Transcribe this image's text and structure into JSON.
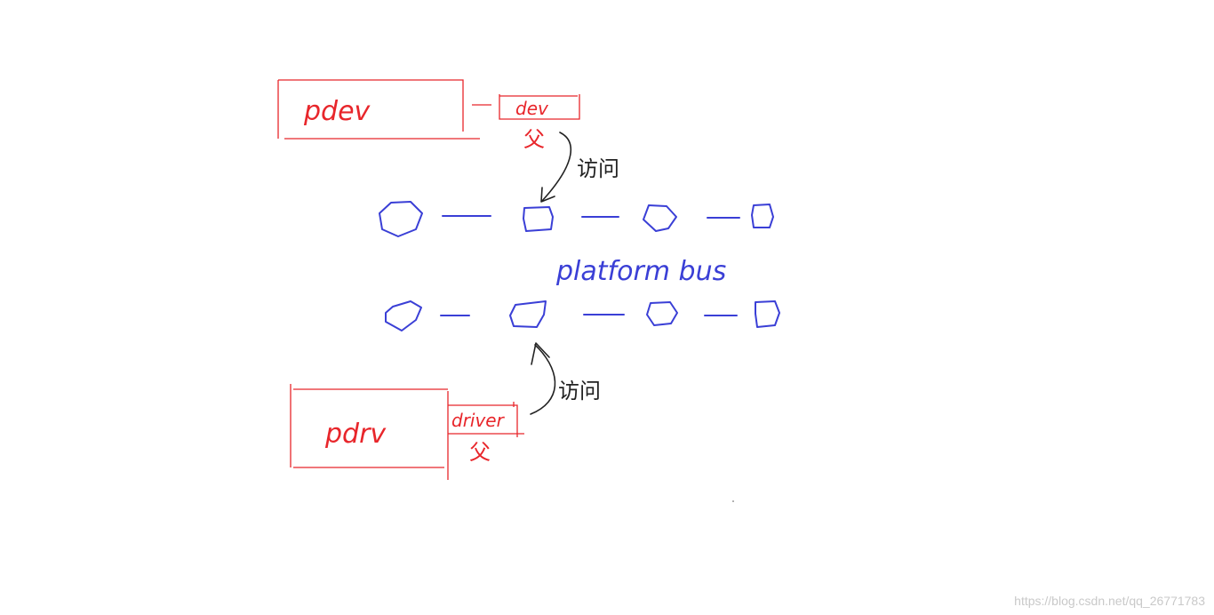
{
  "pdev": {
    "label": "pdev",
    "child_label": "dev",
    "child_glyph": "父"
  },
  "pdrv": {
    "label": "pdrv",
    "child_label": "driver",
    "child_glyph": "父"
  },
  "bus_label": "platform bus",
  "upper_arrow_label": "访问",
  "lower_arrow_label": "访问",
  "watermark": "https://blog.csdn.net/qq_26771783",
  "colors": {
    "red": "#e8262b",
    "blue": "#3a3fd6",
    "black": "#222222",
    "watermark": "#c9c9c9"
  }
}
